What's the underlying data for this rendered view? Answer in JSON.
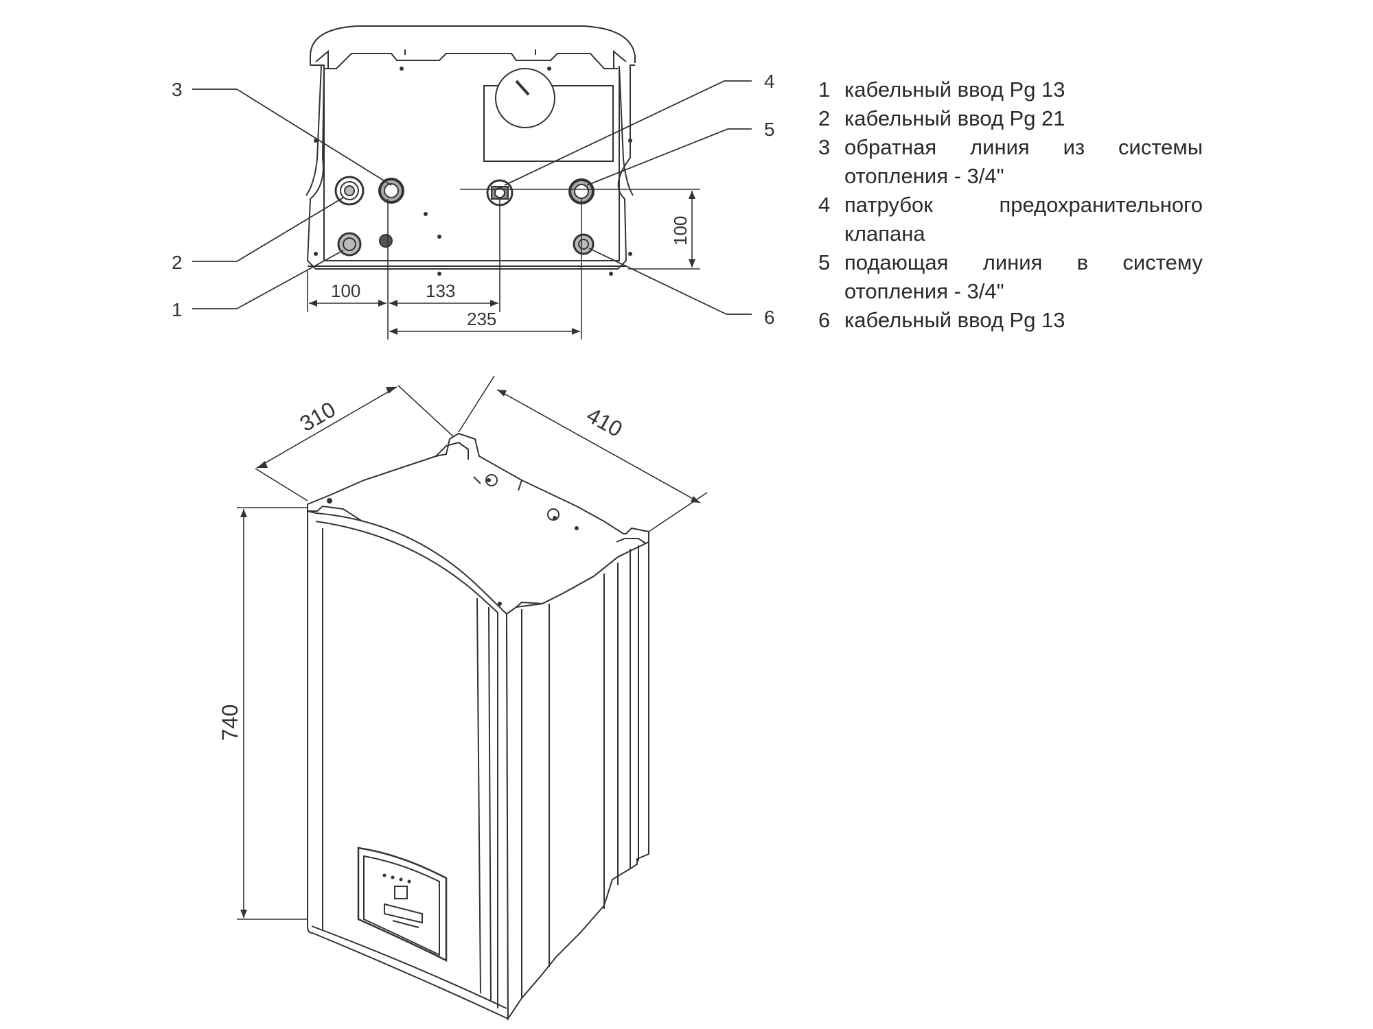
{
  "callouts": [
    "1",
    "2",
    "3",
    "4",
    "5",
    "6"
  ],
  "dimensions": {
    "d100_bottom": "100",
    "d133": "133",
    "d235": "235",
    "d100_side": "100",
    "d310": "310",
    "d410": "410",
    "d740": "740"
  },
  "legend": [
    {
      "num": "1",
      "text": "кабельный ввод Pg 13"
    },
    {
      "num": "2",
      "text": "кабельный ввод Pg 21"
    },
    {
      "num": "3",
      "text": "обратная линия из системы отопления - 3/4\""
    },
    {
      "num": "4",
      "text": "патрубок предохранительного клапана"
    },
    {
      "num": "5",
      "text": "подающая линия в систему отопления - 3/4\""
    },
    {
      "num": "6",
      "text": "кабельный ввод Pg 13"
    }
  ],
  "colors": {
    "line": "#333333",
    "panel": "#ffffff",
    "shade": "#bbbbbb"
  }
}
